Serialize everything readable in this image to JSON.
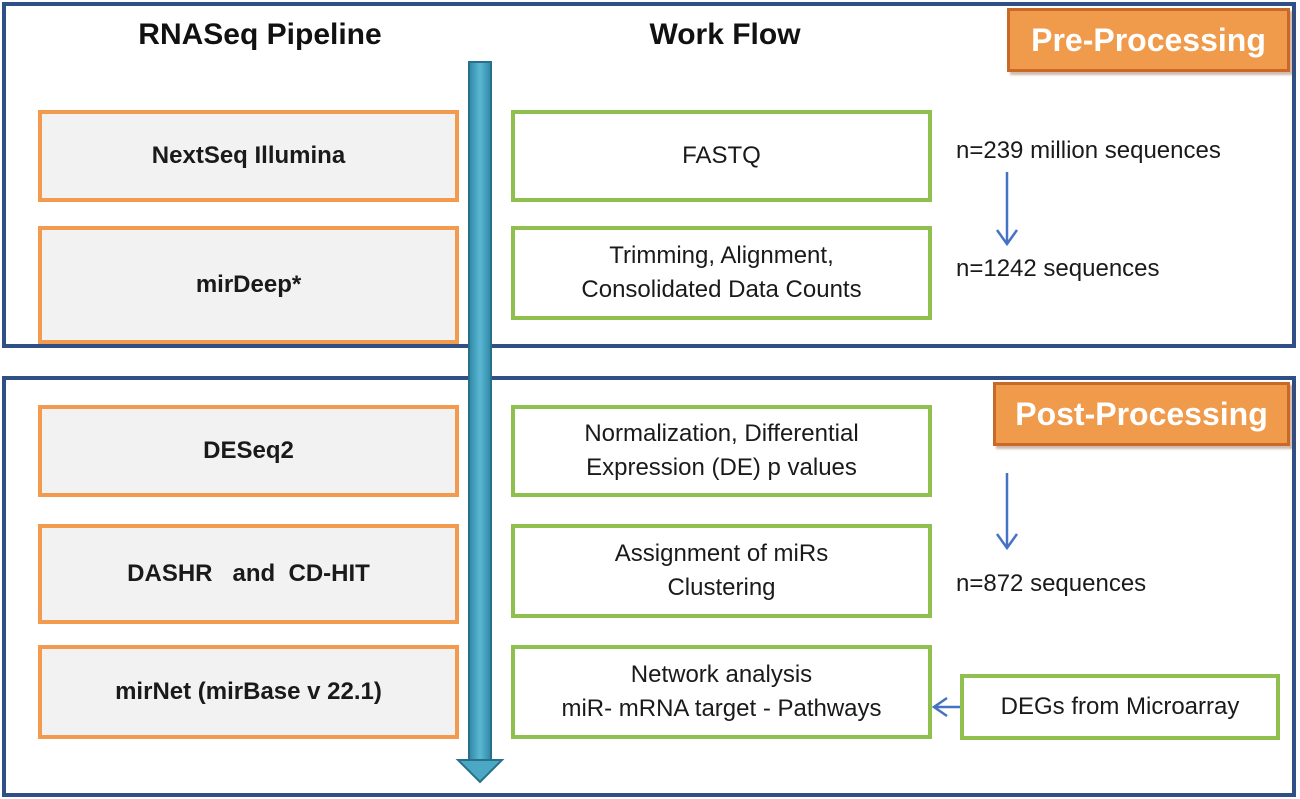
{
  "headers": {
    "left": "RNASeq Pipeline",
    "right": "Work Flow"
  },
  "sections": {
    "pre": "Pre-Processing",
    "post": "Post-Processing"
  },
  "pipeline": [
    "NextSeq Illumina",
    "mirDeep*",
    "DESeq2",
    "DASHR   and  CD-HIT",
    "mirNet (mirBase v 22.1)"
  ],
  "workflow": [
    {
      "lines": [
        "FASTQ"
      ]
    },
    {
      "lines": [
        "Trimming, Alignment,",
        "Consolidated Data Counts"
      ]
    },
    {
      "lines": [
        "Normalization, Differential",
        "Expression (DE) p values"
      ]
    },
    {
      "lines": [
        "Assignment of miRs",
        "Clustering"
      ]
    },
    {
      "lines": [
        "Network  analysis",
        "miR- mRNA target - Pathways"
      ]
    }
  ],
  "notes": {
    "n1": "n=239 million sequences",
    "n2": "n=1242 sequences",
    "n3": "n=872 sequences"
  },
  "external": "DEGs from Microarray",
  "colors": {
    "section_border": "#2f4f86",
    "pipeline_border": "#f29a4e",
    "workflow_border": "#8fbf4f",
    "tag_fill": "#f09a4b",
    "flow_arrow": "#4aa8c4",
    "small_arrow": "#4472c4"
  }
}
